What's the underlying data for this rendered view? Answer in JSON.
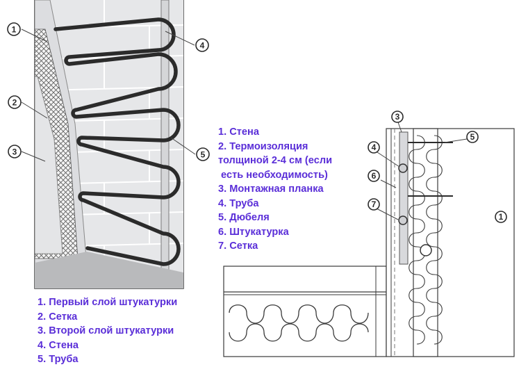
{
  "left_figure": {
    "callouts": [
      "1",
      "2",
      "3",
      "4",
      "5"
    ],
    "legend": [
      "1. Первый слой штукатурки",
      "2. Сетка",
      "3. Второй слой штукатурки",
      "4. Стена",
      "5. Труба"
    ]
  },
  "right_figure": {
    "callouts": [
      "3",
      "4",
      "5",
      "6",
      "7",
      "1"
    ],
    "legend": [
      "1. Стена",
      "2. Термоизоляция",
      "толщиной 2-4 см (если",
      " есть необходимость)",
      "3. Монтажная планка",
      "4. Труба",
      "5. Дюбеля",
      "6. Штукатурка",
      "7. Сетка"
    ]
  },
  "colors": {
    "legend_text": "#5a2ed8",
    "pipe": "#2b2b2b",
    "wall_fill": "#e6e7e9",
    "outline": "#3a3a3a"
  }
}
